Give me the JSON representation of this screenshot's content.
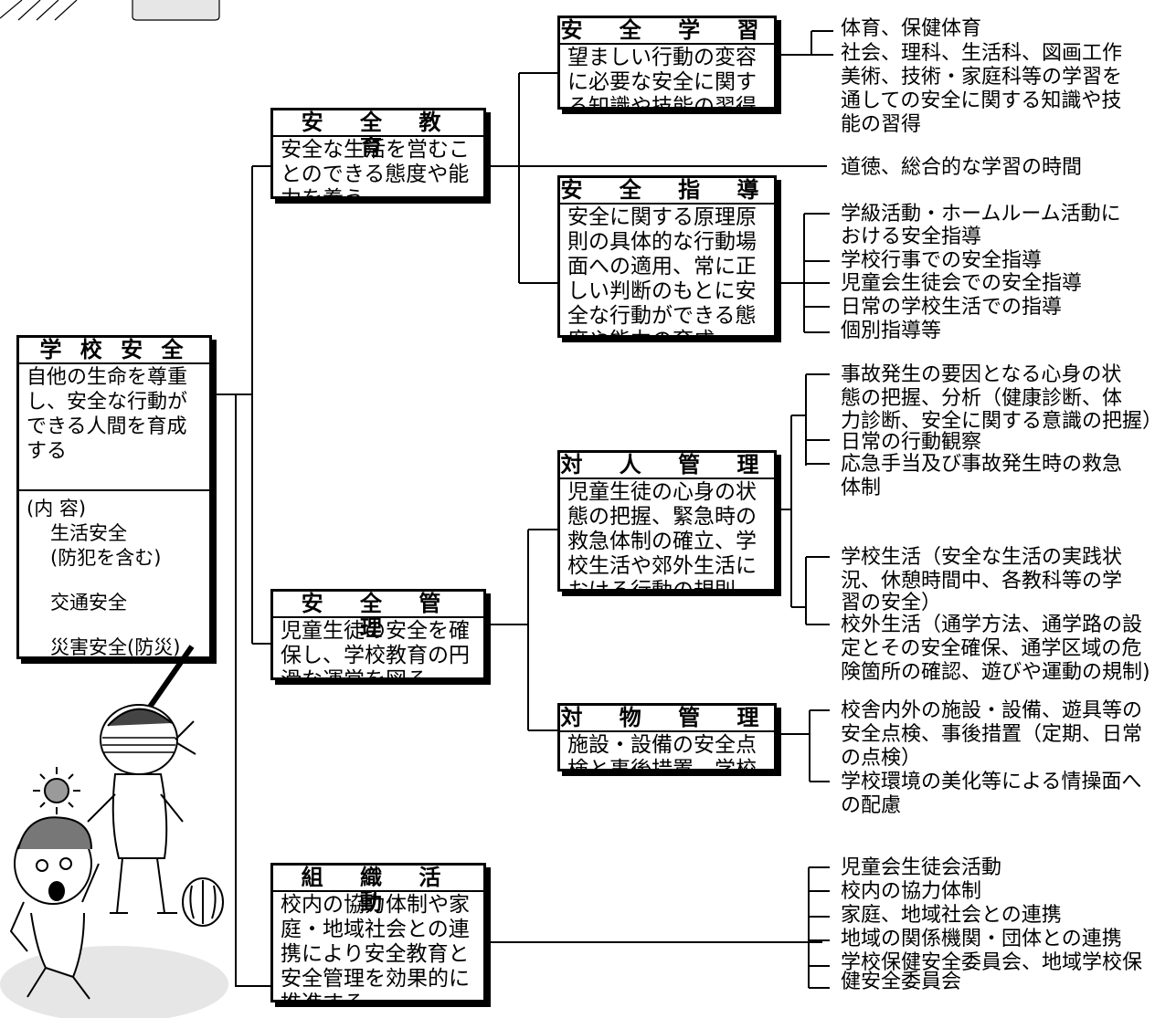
{
  "root": {
    "title": "学 校 安 全",
    "body": "自他の生命を尊重し、安全な行動ができる人間を育成する",
    "contents_head": "(内 容)",
    "contents": [
      "生活安全",
      "(防犯を含む)",
      "交通安全",
      "災害安全(防災)"
    ]
  },
  "education": {
    "title": "安 全 教 育",
    "body": "安全な生活を営むことのできる態度や能力を養う",
    "learning": {
      "title": "安 全 学 習",
      "body": "望ましい行動の変容に必要な安全に関する知識や技能の習得",
      "items": [
        "体育、保健体育",
        "社会、理科、生活科、図画工作",
        "美術、技術・家庭科等の学習を",
        "通しての安全に関する知識や技",
        "能の習得"
      ]
    },
    "moral": "道徳、総合的な学習の時間",
    "guidance": {
      "title": "安 全 指 導",
      "body": "安全に関する原理原則の具体的な行動場面への適用、常に正しい判断のもとに安全な行動ができる態度や能力の育成",
      "items": [
        "学級活動・ホームルーム活動に",
        "おける安全指導",
        "学校行事での安全指導",
        "児童会生徒会での安全指導",
        "日常の学校生活での指導",
        "個別指導等"
      ]
    }
  },
  "management": {
    "title": "安 全 管 理",
    "body": "児童生徒の安全を確保し、学校教育の円滑な運営を図る",
    "person": {
      "title": "対 人 管 理",
      "body": "児童生徒の心身の状態の把握、緊急時の救急体制の確立、学校生活や郊外生活における行動の規則",
      "items_a": [
        "事故発生の要因となる心身の状",
        "態の把握、分析（健康診断、体",
        "力診断、安全に関する意識の把握）",
        "日常の行動観察",
        "応急手当及び事故発生時の救急",
        "体制"
      ],
      "items_b": [
        "学校生活（安全な生活の実践状",
        "況、休憩時間中、各教科等の学",
        "習の安全）",
        "校外生活（通学方法、通学路の設",
        "定とその安全確保、通学区域の危",
        "険箇所の確認、遊びや運動の規制)"
      ]
    },
    "object": {
      "title": "対 物 管 理",
      "body": "施設・設備の安全点検と事後措置、学校環境の美化",
      "items": [
        "校舎内外の施設・設備、遊具等の",
        "安全点検、事後措置（定期、日常",
        "の点検）",
        "学校環境の美化等による情操面へ",
        "の配慮"
      ]
    }
  },
  "organization": {
    "title": "組 織 活 動",
    "body": "校内の協力体制や家庭・地域社会との連携により安全教育と安全管理を効果的に推進する",
    "items": [
      "児童会生徒会活動",
      "校内の協力体制",
      "家庭、地域社会との連携",
      "地域の関係機関・団体との連携",
      "学校保健安全委員会、地域学校保",
      "健安全委員会"
    ]
  }
}
